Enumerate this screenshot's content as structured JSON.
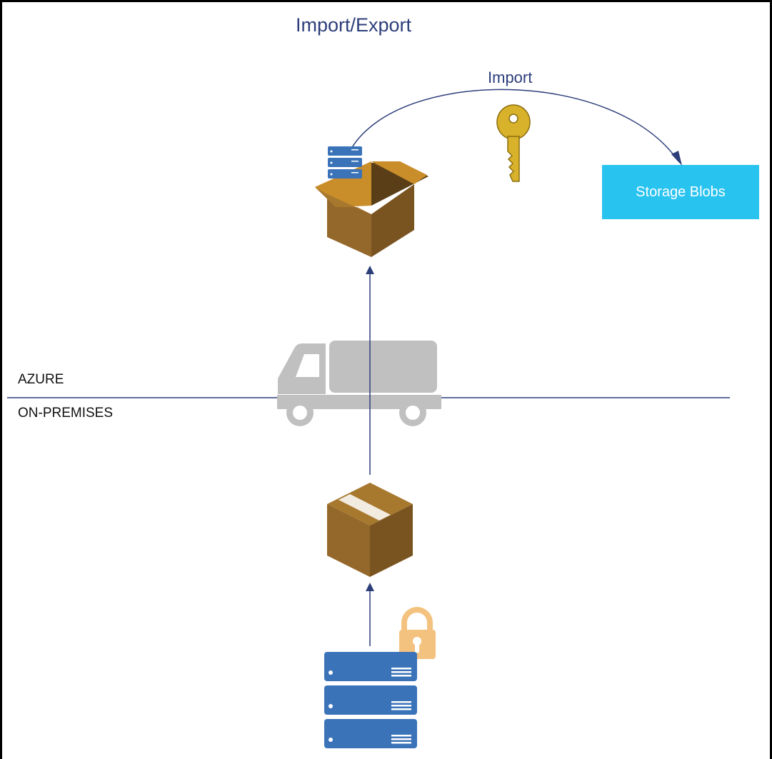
{
  "diagram": {
    "title": "Import/Export",
    "import_label": "Import",
    "azure_label": "AZURE",
    "on_premises_label": "ON-PREMISES",
    "storage_blobs_label": "Storage Blobs"
  },
  "colors": {
    "title_text": "#2c3e7a",
    "arrow": "#2c3e7a",
    "storage_blobs": "#29c3f0",
    "box_front": "#94672a",
    "box_side": "#7a5420",
    "box_top": "#a7792e",
    "box_inside": "#5a3e18",
    "server": "#3b73b9",
    "truck": "#c0c0c0",
    "key": "#d8b22a",
    "lock": "#f4c27f"
  },
  "icons": [
    "server-icon",
    "open-box-icon",
    "key-icon",
    "truck-icon",
    "closed-box-icon",
    "lock-icon"
  ]
}
